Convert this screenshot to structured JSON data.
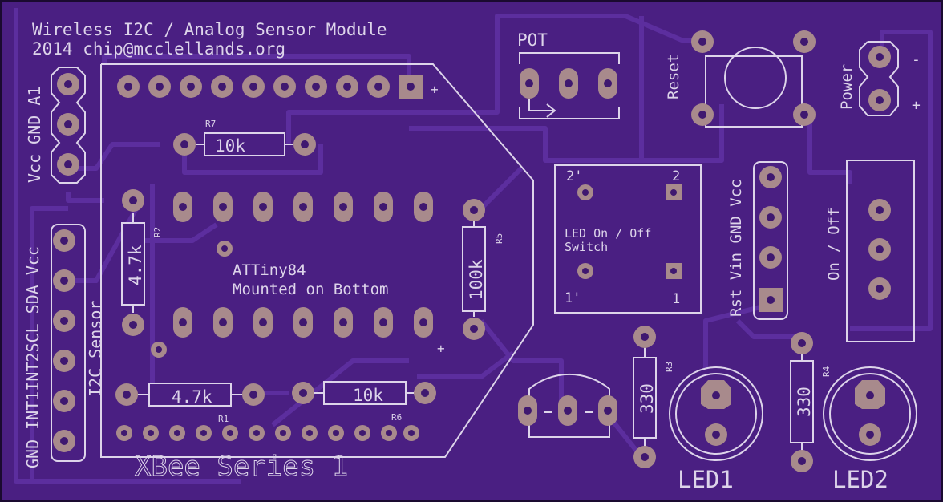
{
  "title": "Wireless I2C / Analog Sensor Module",
  "subtitle": "2014 chip@mcclellands.org",
  "header_analog": "Vcc GND A1",
  "header_i2c": "GND INT1INT2SCL SDA Vcc",
  "i2c_label": "I2C Sensor",
  "pot_label": "POT",
  "reset_label": "Reset",
  "power_label": "Power",
  "power_minus": "-",
  "power_plus": "+",
  "xbee_plus": "+",
  "chip_plus": "+",
  "r7_ref": "R7",
  "r7_value": "10k",
  "r2_ref": "R2",
  "r2_value": "4.7k",
  "r5_ref": "R5",
  "r5_value": "100k",
  "r1_ref": "R1",
  "r1_value": "4.7k",
  "r6_ref": "R6",
  "r6_value": "10k",
  "r3_ref": "R3",
  "r3_value": "330",
  "r4_ref": "R4",
  "r4_value": "330",
  "chip_name": "ATTiny84",
  "chip_note": "Mounted on Bottom",
  "switch_label_1": "LED On / Off",
  "switch_label_2": "Switch",
  "switch_pin_2p": "2'",
  "switch_pin_2": "2",
  "switch_pin_1p": "1'",
  "switch_pin_1": "1",
  "xbee_label": "XBee Series 1",
  "right_header": "Rst Vin GND Vcc",
  "onoff_label": "On / Off",
  "led1_label": "LED1",
  "led2_label": "LED2",
  "colors": {
    "board": "#4a1f82",
    "trace": "#5c2e9e",
    "silk": "#ddd4ea",
    "copper": "#a88a8c",
    "hole": "#3f1870"
  }
}
